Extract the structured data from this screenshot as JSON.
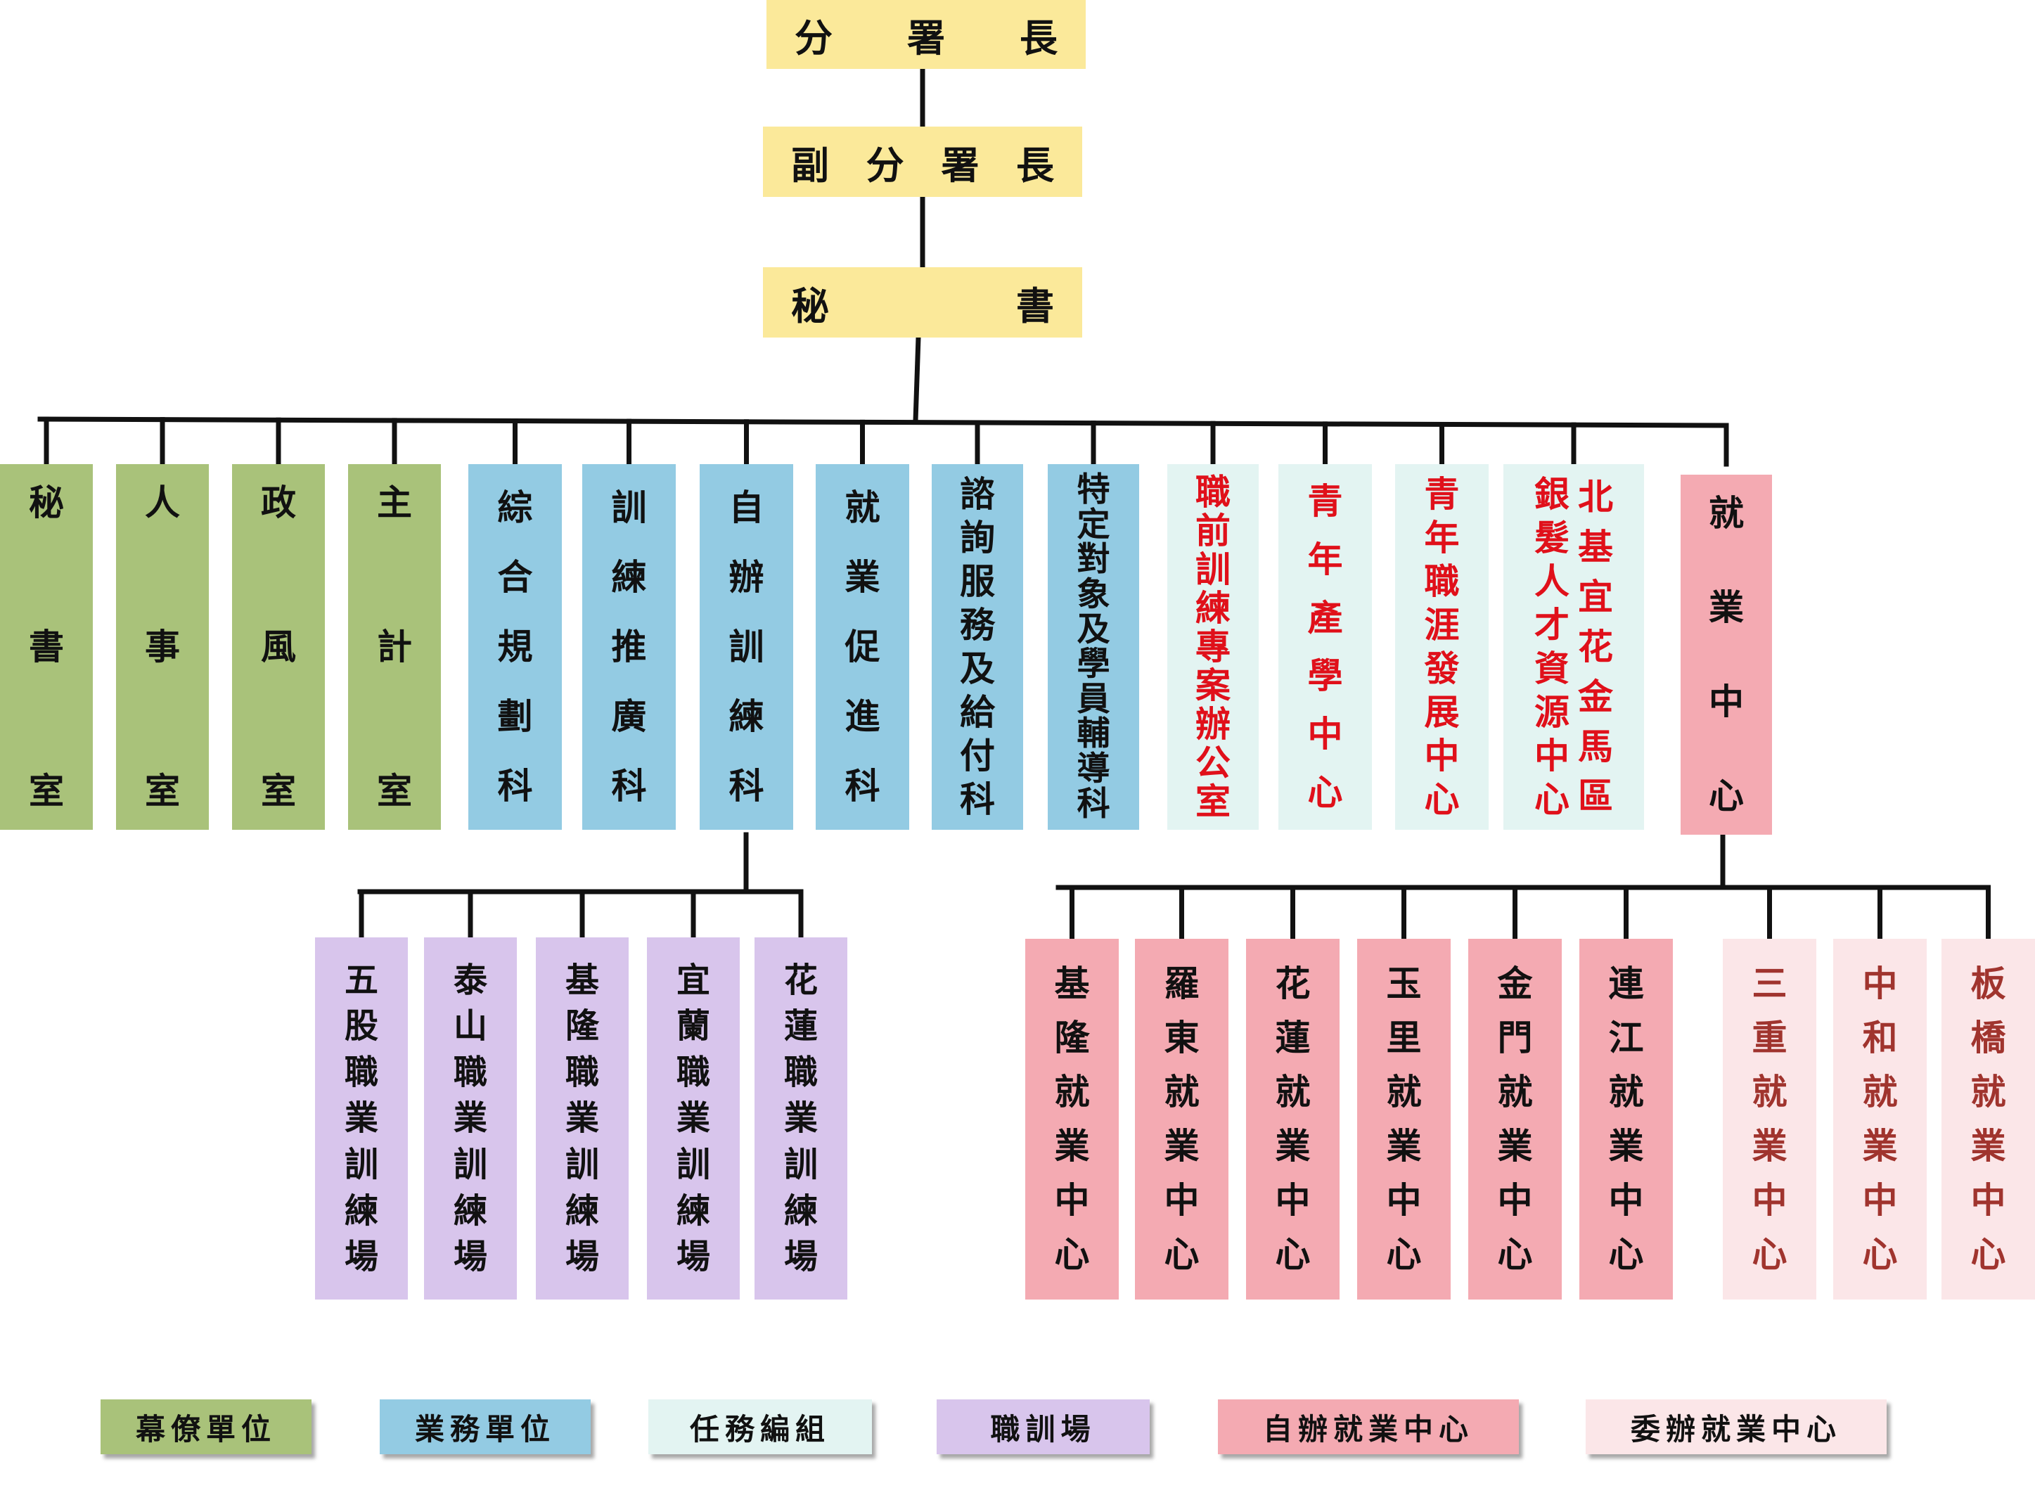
{
  "colors": {
    "staff": "#a9c27a",
    "business": "#93cbe3",
    "task": "#e3f4f2",
    "training": "#d8c5ec",
    "self_center": "#f4aab2",
    "commission_center": "#fbe6e8",
    "top": "#fbe99a",
    "red_text": "#e0101a",
    "brown_text": "#a0342e",
    "dark_text": "#111111"
  },
  "top": [
    {
      "chars": [
        "分",
        "署",
        "長"
      ]
    },
    {
      "chars": [
        "副",
        "分",
        "署",
        "長"
      ]
    },
    {
      "chars": [
        "秘",
        "書"
      ]
    }
  ],
  "units": [
    {
      "cols": [
        "秘書室"
      ],
      "type": "staff"
    },
    {
      "cols": [
        "人事室"
      ],
      "type": "staff"
    },
    {
      "cols": [
        "政風室"
      ],
      "type": "staff"
    },
    {
      "cols": [
        "主計室"
      ],
      "type": "staff"
    },
    {
      "cols": [
        "綜合規劃科"
      ],
      "type": "business"
    },
    {
      "cols": [
        "訓練推廣科"
      ],
      "type": "business"
    },
    {
      "cols": [
        "自辦訓練科"
      ],
      "type": "business"
    },
    {
      "cols": [
        "就業促進科"
      ],
      "type": "business"
    },
    {
      "cols": [
        "諮詢服務及給付科"
      ],
      "type": "business"
    },
    {
      "cols": [
        "特定對象及學員輔導科"
      ],
      "type": "business"
    },
    {
      "cols": [
        "職前訓練專案辦公室"
      ],
      "type": "task"
    },
    {
      "cols": [
        "青年產學中心"
      ],
      "type": "task"
    },
    {
      "cols": [
        "青年職涯發展中心"
      ],
      "type": "task"
    },
    {
      "cols": [
        "銀髮人才資源中心",
        "北基宜花金馬區"
      ],
      "type": "task"
    },
    {
      "cols": [
        "就業中心"
      ],
      "type": "self_center"
    }
  ],
  "training_centers": [
    {
      "cols": [
        "五股職業訓練場"
      ]
    },
    {
      "cols": [
        "泰山職業訓練場"
      ]
    },
    {
      "cols": [
        "基隆職業訓練場"
      ]
    },
    {
      "cols": [
        "宜蘭職業訓練場"
      ]
    },
    {
      "cols": [
        "花蓮職業訓練場"
      ]
    }
  ],
  "employment_centers": [
    {
      "cols": [
        "基隆就業中心"
      ],
      "type": "self_center"
    },
    {
      "cols": [
        "羅東就業中心"
      ],
      "type": "self_center"
    },
    {
      "cols": [
        "花蓮就業中心"
      ],
      "type": "self_center"
    },
    {
      "cols": [
        "玉里就業中心"
      ],
      "type": "self_center"
    },
    {
      "cols": [
        "金門就業中心"
      ],
      "type": "self_center"
    },
    {
      "cols": [
        "連江就業中心"
      ],
      "type": "self_center"
    },
    {
      "cols": [
        "三重就業中心"
      ],
      "type": "commission_center"
    },
    {
      "cols": [
        "中和就業中心"
      ],
      "type": "commission_center"
    },
    {
      "cols": [
        "板橋就業中心"
      ],
      "type": "commission_center"
    }
  ],
  "legend": [
    {
      "label": "幕僚單位",
      "type": "staff"
    },
    {
      "label": "業務單位",
      "type": "business"
    },
    {
      "label": "任務編組",
      "type": "task"
    },
    {
      "label": "職訓場",
      "type": "training"
    },
    {
      "label": "自辦就業中心",
      "type": "self_center"
    },
    {
      "label": "委辦就業中心",
      "type": "commission_center"
    }
  ]
}
